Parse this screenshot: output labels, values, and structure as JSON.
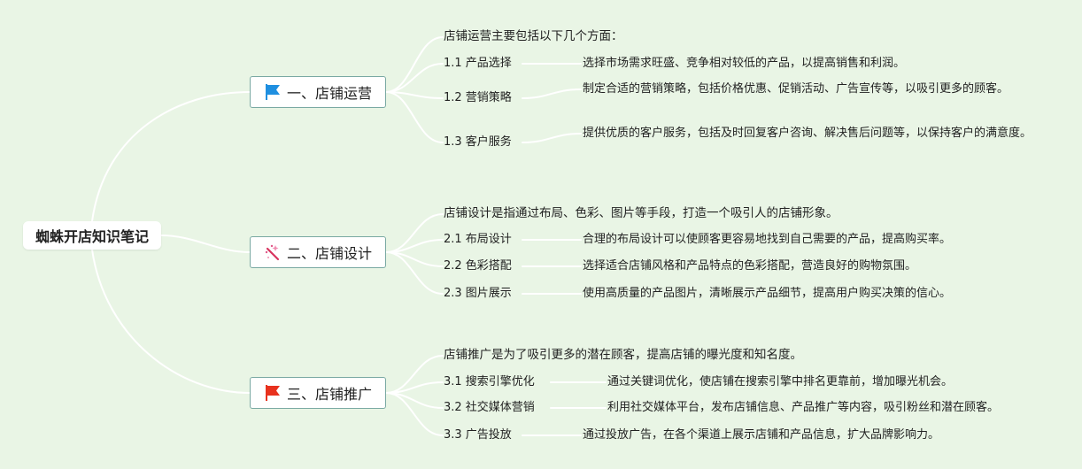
{
  "root": {
    "label": "蜘蛛开店知识笔记"
  },
  "branches": [
    {
      "label": "一、店铺运营",
      "icon": "blue-flag-icon",
      "intro": "店铺运营主要包括以下几个方面：",
      "items": [
        {
          "title": "1.1 产品选择",
          "desc": "选择市场需求旺盛、竞争相对较低的产品，以提高销售和利润。"
        },
        {
          "title": "1.2 营销策略",
          "desc": "制定合适的营销策略，包括价格优惠、促销活动、广告宣传等，以吸引更多的顾客。"
        },
        {
          "title": "1.3 客户服务",
          "desc": "提供优质的客户服务，包括及时回复客户咨询、解决售后问题等，以保持客户的满意度。"
        }
      ]
    },
    {
      "label": "二、店铺设计",
      "icon": "magic-wand-icon",
      "intro": "店铺设计是指通过布局、色彩、图片等手段，打造一个吸引人的店铺形象。",
      "items": [
        {
          "title": "2.1 布局设计",
          "desc": "合理的布局设计可以使顾客更容易地找到自己需要的产品，提高购买率。"
        },
        {
          "title": "2.2 色彩搭配",
          "desc": "选择适合店铺风格和产品特点的色彩搭配，营造良好的购物氛围。"
        },
        {
          "title": "2.3 图片展示",
          "desc": "使用高质量的产品图片，清晰展示产品细节，提高用户购买决策的信心。"
        }
      ]
    },
    {
      "label": "三、店铺推广",
      "icon": "red-flag-icon",
      "intro": "店铺推广是为了吸引更多的潜在顾客，提高店铺的曝光度和知名度。",
      "items": [
        {
          "title": "3.1 搜索引擎优化",
          "desc": "通过关键词优化，使店铺在搜索引擎中排名更靠前，增加曝光机会。"
        },
        {
          "title": "3.2 社交媒体营销",
          "desc": "利用社交媒体平台，发布店铺信息、产品推广等内容，吸引粉丝和潜在顾客。"
        },
        {
          "title": "3.3 广告投放",
          "desc": "通过投放广告，在各个渠道上展示店铺和产品信息，扩大品牌影响力。"
        }
      ]
    }
  ],
  "colors": {
    "background": "#e9f5e5",
    "connector": "#ffffff",
    "branch_border": "#7aa9a3",
    "flag_blue": "#1f8fe0",
    "flag_red": "#e8321e"
  }
}
